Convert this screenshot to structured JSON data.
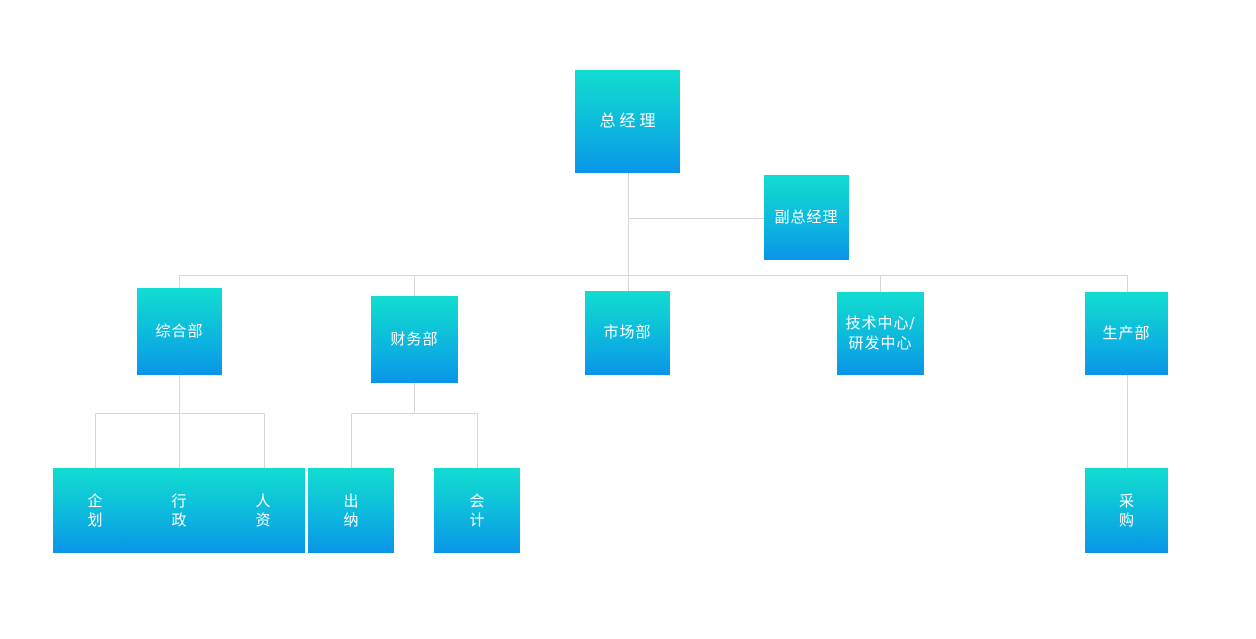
{
  "chart": {
    "type": "org-chart",
    "title": "",
    "background_color": "#ffffff",
    "node_gradient_top": "#12dcd2",
    "node_gradient_bottom": "#0a95e8",
    "connector_color": "#d6d9da",
    "text_color": "#ffffff"
  },
  "nodes": {
    "general_manager": "总经理",
    "deputy_general_manager": "副总经理",
    "general_affairs_dept": "综合部",
    "finance_dept": "财务部",
    "marketing_dept": "市场部",
    "tech_rd_center": "技术中心/\n研发中心",
    "production_dept": "生产部",
    "planning": "企\n划",
    "administration": "行\n政",
    "human_resources": "人\n资",
    "cashier": "出\n纳",
    "accounting": "会\n计",
    "procurement": "采\n购"
  },
  "hierarchy": {
    "root": "总经理",
    "staff": [
      "副总经理"
    ],
    "level2": [
      "综合部",
      "财务部",
      "市场部",
      "技术中心/研发中心",
      "生产部"
    ],
    "children": {
      "综合部": [
        "企划",
        "行政",
        "人资"
      ],
      "财务部": [
        "出纳",
        "会计"
      ],
      "市场部": [],
      "技术中心/研发中心": [],
      "生产部": [
        "采购"
      ]
    }
  }
}
